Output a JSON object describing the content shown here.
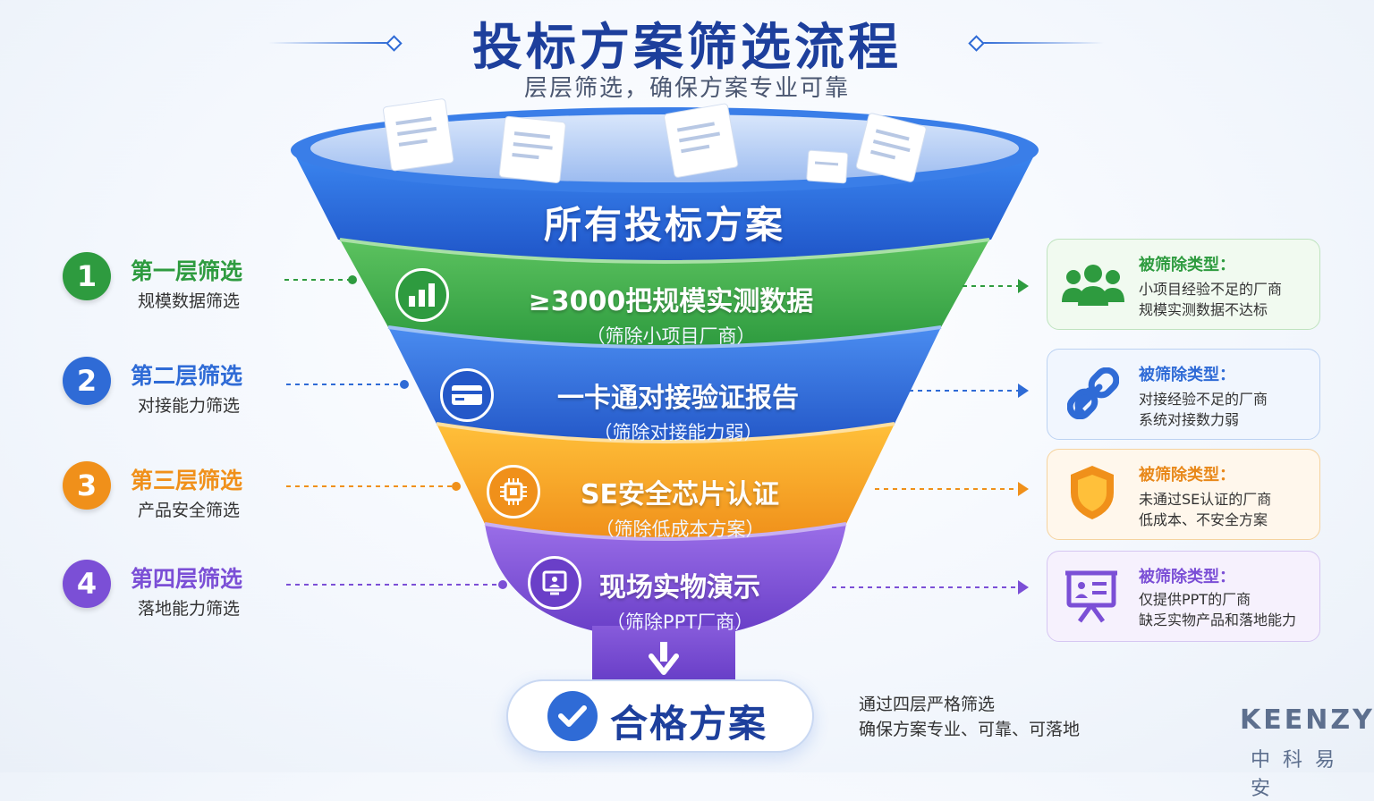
{
  "title": "投标方案筛选流程",
  "subtitle": "层层筛选，确保方案专业可靠",
  "funnel": {
    "top_label": "所有投标方案",
    "bands": [
      {
        "main": "≥3000把规模实测数据",
        "sub": "（筛除小项目厂商）",
        "icon": "bar-chart-icon",
        "color": "#3aa84a"
      },
      {
        "main": "一卡通对接验证报告",
        "sub": "（筛除对接能力弱）",
        "icon": "card-icon",
        "color": "#2f6bd6"
      },
      {
        "main": "SE安全芯片认证",
        "sub": "（筛除低成本方案）",
        "icon": "chip-icon",
        "color": "#f5a11a"
      },
      {
        "main": "现场实物演示",
        "sub": "（筛除PPT厂商）",
        "icon": "presentation-icon",
        "color": "#7b4fd6"
      }
    ]
  },
  "layers": [
    {
      "num": "1",
      "title": "第一层筛选",
      "desc": "规模数据筛选",
      "color": "#2e9b3f"
    },
    {
      "num": "2",
      "title": "第二层筛选",
      "desc": "对接能力筛选",
      "color": "#2f6bd6"
    },
    {
      "num": "3",
      "title": "第三层筛选",
      "desc": "产品安全筛选",
      "color": "#f0901a"
    },
    {
      "num": "4",
      "title": "第四层筛选",
      "desc": "落地能力筛选",
      "color": "#7b4fd6"
    }
  ],
  "cards": [
    {
      "title": "被筛除类型：",
      "line1": "小项目经验不足的厂商",
      "line2": "规模实测数据不达标",
      "icon": "users-icon",
      "color": "#2e9b3f",
      "bg": "#f1faf0",
      "border": "#bfe3bf"
    },
    {
      "title": "被筛除类型：",
      "line1": "对接经验不足的厂商",
      "line2": "系统对接数力弱",
      "icon": "link-icon",
      "color": "#2f6bd6",
      "bg": "#f1f6fe",
      "border": "#bcd2f2"
    },
    {
      "title": "被筛除类型：",
      "line1": "未通过SE认证的厂商",
      "line2": "低成本、不安全方案",
      "icon": "shield-icon",
      "color": "#e8881a",
      "bg": "#fff7ec",
      "border": "#f5d39f"
    },
    {
      "title": "被筛除类型：",
      "line1": "仅提供PPT的厂商",
      "line2": "缺乏实物产品和落地能力",
      "icon": "presentation-board-icon",
      "color": "#7b4fd6",
      "bg": "#f6f1fd",
      "border": "#d6c6f2"
    }
  ],
  "result": {
    "label": "合格方案",
    "icon": "check-icon"
  },
  "note": {
    "line1": "通过四层严格筛选",
    "line2": "确保方案专业、可靠、可落地"
  },
  "brand": {
    "name": "KEENZY",
    "sub": "中科易安"
  }
}
